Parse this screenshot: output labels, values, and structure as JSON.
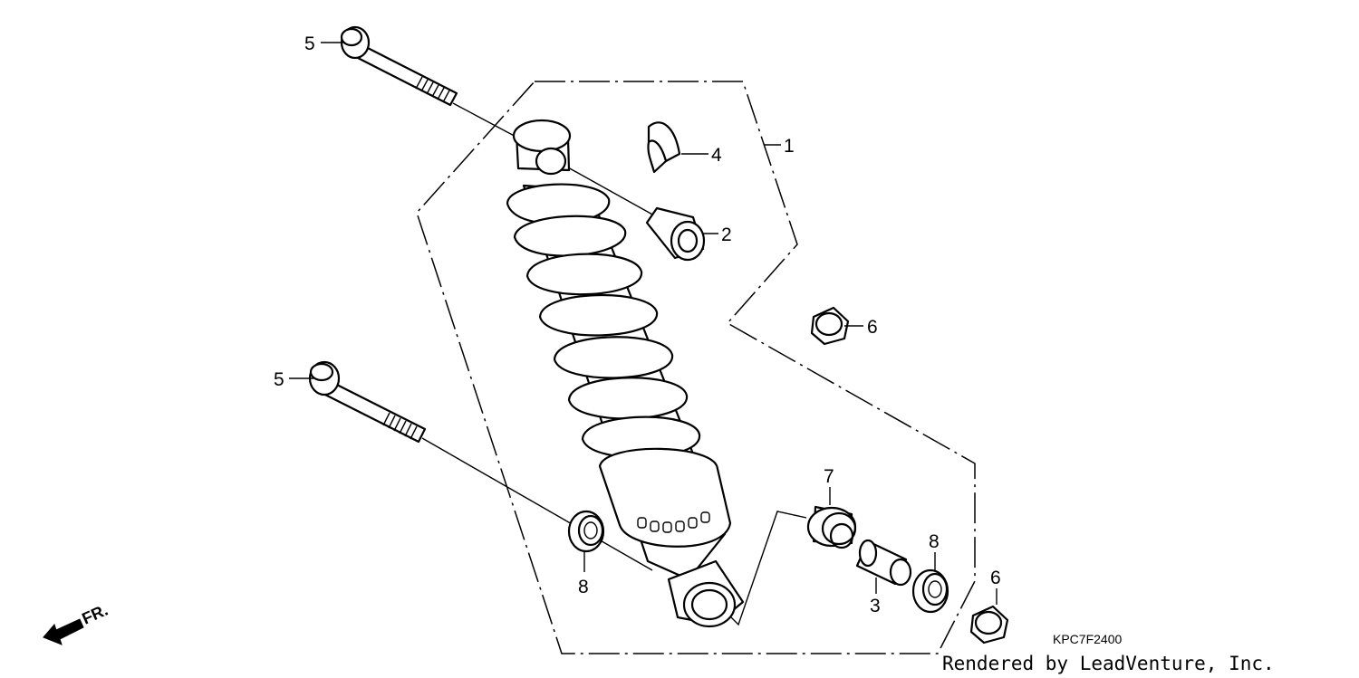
{
  "callouts": {
    "part_1": "1",
    "part_2": "2",
    "part_3": "3",
    "part_4": "4",
    "part_5_top": "5",
    "part_5_bottom": "5",
    "part_6_top": "6",
    "part_6_bottom": "6",
    "part_7": "7",
    "part_8_left": "8",
    "part_8_right": "8"
  },
  "front_indicator": "FR.",
  "diagram_code": "KPC7F2400",
  "credit": "Rendered by LeadVenture, Inc."
}
